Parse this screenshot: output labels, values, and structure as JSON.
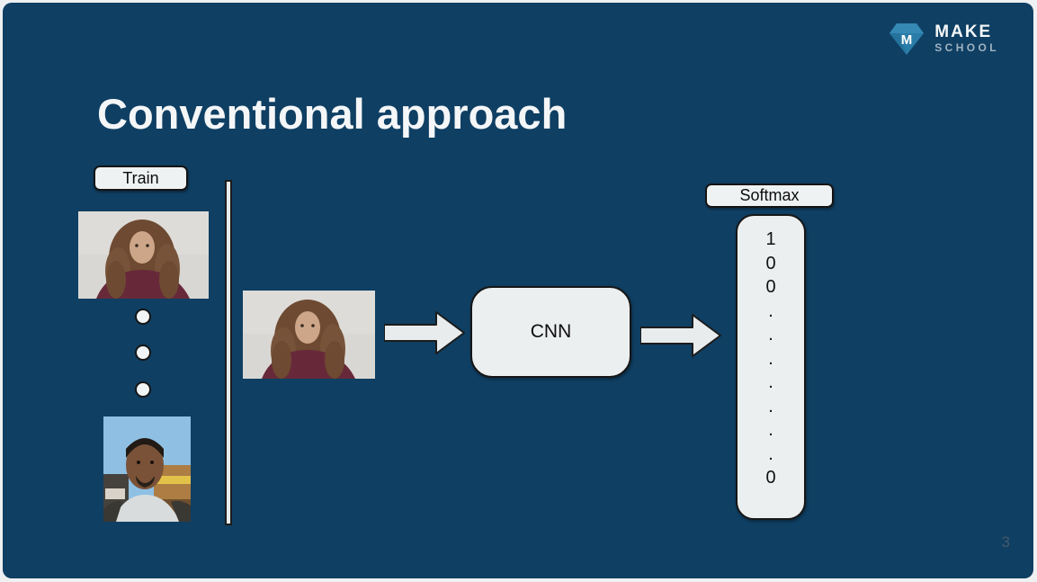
{
  "slide": {
    "title": "Conventional approach",
    "page_number": "3",
    "background_color": "#0F3F63"
  },
  "logo": {
    "monogram": "M",
    "line1": "MAKE",
    "line2": "SCHOOL",
    "gem_color": "#2B7DA9"
  },
  "diagram": {
    "train_label": "Train",
    "cnn_label": "CNN",
    "softmax_label": "Softmax",
    "ellipsis_dot_count": 3,
    "photos": [
      {
        "name": "train-photo-top",
        "description": "man with long curly dark hair, maroon shirt, light wall background"
      },
      {
        "name": "train-photo-bottom",
        "description": "man with short dark hair outdoors, blue sky and storefront background"
      },
      {
        "name": "input-photo",
        "description": "man with long curly dark hair, maroon shirt, light wall background"
      }
    ],
    "vector": {
      "values": [
        "1",
        "0",
        "0",
        ".",
        ".",
        ".",
        ".",
        ".",
        ".",
        ".",
        "0"
      ]
    },
    "colors": {
      "box_fill": "#ECEFF0",
      "box_border": "#161616"
    }
  }
}
